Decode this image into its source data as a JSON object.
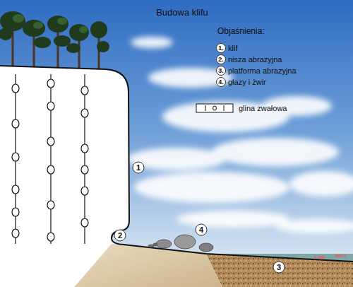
{
  "diagram": {
    "title": "Budowa klifu",
    "labels": [
      "Objaśnienia:",
      "1.",
      "2.",
      "3.",
      "4.",
      "1",
      "2",
      "3",
      "4"
    ],
    "legend": [
      {
        "text": "klif"
      },
      {
        "text": "nisza abrazyjna"
      },
      {
        "text": "platforma abrazyjna"
      },
      {
        "text": "głazy i żwir"
      },
      {
        "text": "glina zwałowa"
      }
    ]
  }
}
